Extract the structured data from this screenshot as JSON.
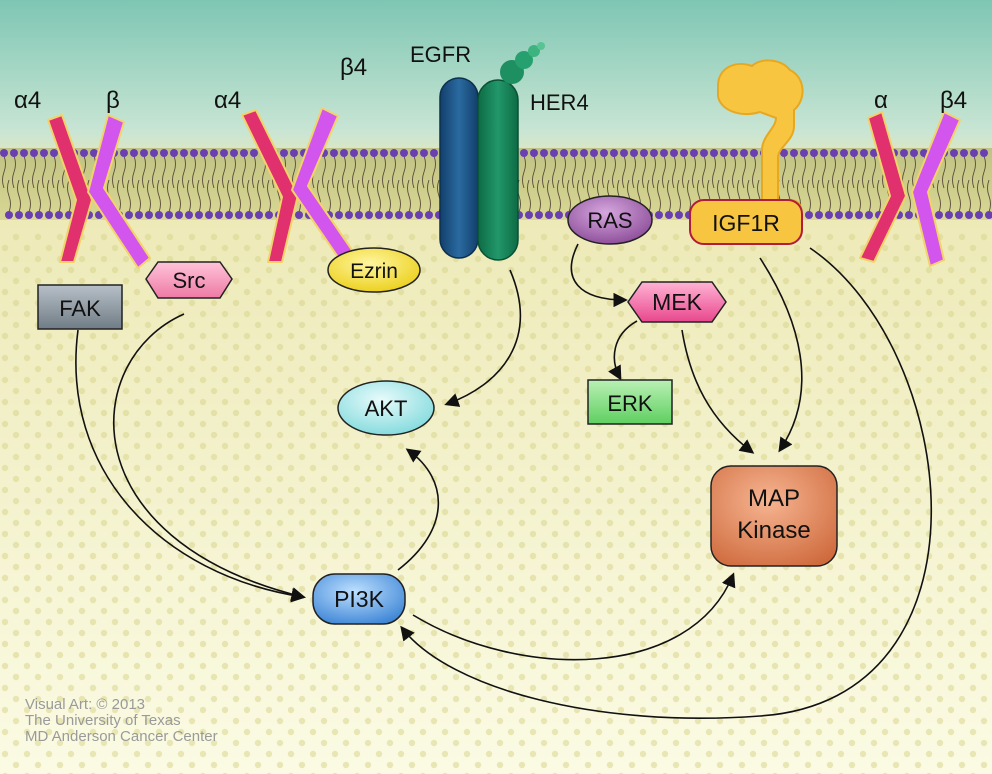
{
  "receptors": {
    "a4_1": "α4",
    "b_1": "β",
    "a4_2": "α4",
    "b4_2": "β4",
    "egfr": "EGFR",
    "her4": "HER4",
    "a_3": "α",
    "b4_3": "β4"
  },
  "nodes": {
    "fak": "FAK",
    "src": "Src",
    "ezrin": "Ezrin",
    "ras": "RAS",
    "igf1r": "IGF1R",
    "mek": "MEK",
    "erk": "ERK",
    "akt": "AKT",
    "map_line1": "MAP",
    "map_line2": "Kinase",
    "pi3k": "PI3K"
  },
  "credit": {
    "line1": "Visual Art: © 2013",
    "line2": "The University of Texas",
    "line3": "MD Anderson Cancer Center"
  },
  "colors": {
    "integrin_alpha": "#e0306e",
    "integrin_beta": "#d255ee",
    "egfr": "#1f5a8e",
    "her4": "#17855a",
    "igf1r": "#f8c540",
    "membrane_top": "#7ec6b3",
    "cytoplasm": "#efefb8"
  }
}
